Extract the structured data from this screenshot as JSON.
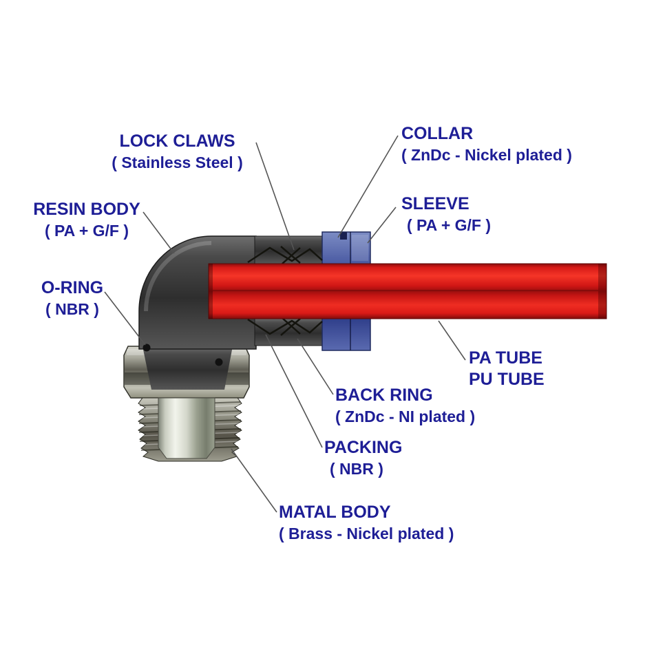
{
  "labels": {
    "lock_claws": {
      "line1": "LOCK CLAWS",
      "line2": "( Stainless Steel )"
    },
    "collar": {
      "line1": "COLLAR",
      "line2": "( ZnDc - Nickel plated )"
    },
    "sleeve": {
      "line1": "SLEEVE",
      "line2": "( PA + G/F )"
    },
    "resin_body": {
      "line1": "RESIN BODY",
      "line2": "( PA + G/F )"
    },
    "o_ring": {
      "line1": "O-RING",
      "line2": "( NBR )"
    },
    "pa_tube": {
      "line1": "PA TUBE",
      "line2": "PU TUBE"
    },
    "back_ring": {
      "line1": "BACK RING",
      "line2": "( ZnDc - NI plated )"
    },
    "packing": {
      "line1": "PACKING",
      "line2": "( NBR )"
    },
    "metal_body": {
      "line1": "MATAL BODY",
      "line2": "( Brass - Nickel plated )"
    }
  },
  "colors": {
    "label_text": "#1e1e96",
    "tube_red": "#e02417",
    "resin_body_gray": "#3f3f3f",
    "collar_blue": "#3a4a9c",
    "metal_gray": "#a8a89c",
    "leader_line": "#555555",
    "background": "#ffffff"
  }
}
